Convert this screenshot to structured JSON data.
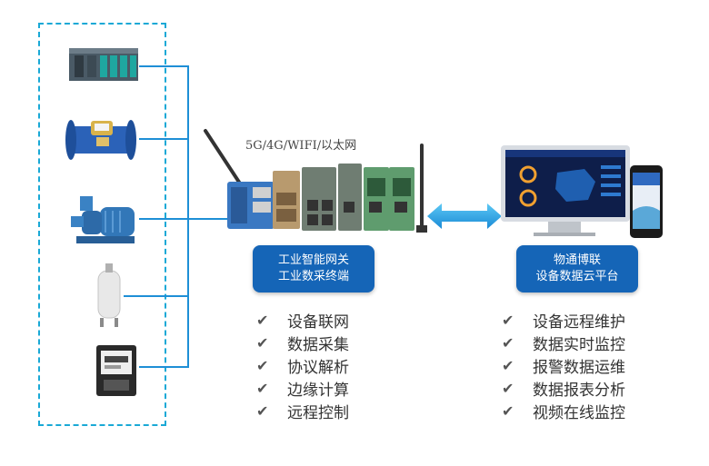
{
  "network_label": "5G/4G/WIFI/以太网",
  "gateway_box": {
    "line1": "工业智能网关",
    "line2": "工业数采终端"
  },
  "cloud_box": {
    "line1": "物通博联",
    "line2": "设备数据云平台"
  },
  "gateway_features": [
    "设备联网",
    "数据采集",
    "协议解析",
    "边缘计算",
    "远程控制"
  ],
  "cloud_features": [
    "设备远程维护",
    "数据实时监控",
    "报警数据运维",
    "数据报表分析",
    "视频在线监控"
  ],
  "devices": [
    "plc-icon",
    "water-meter-icon",
    "water-pump-icon",
    "gas-tank-icon",
    "electric-meter-icon"
  ],
  "colors": {
    "dashed_border": "#1aa9d6",
    "connector": "#1e8fd6",
    "label_box": "#1565b7",
    "arrow": "#29a8e8"
  }
}
